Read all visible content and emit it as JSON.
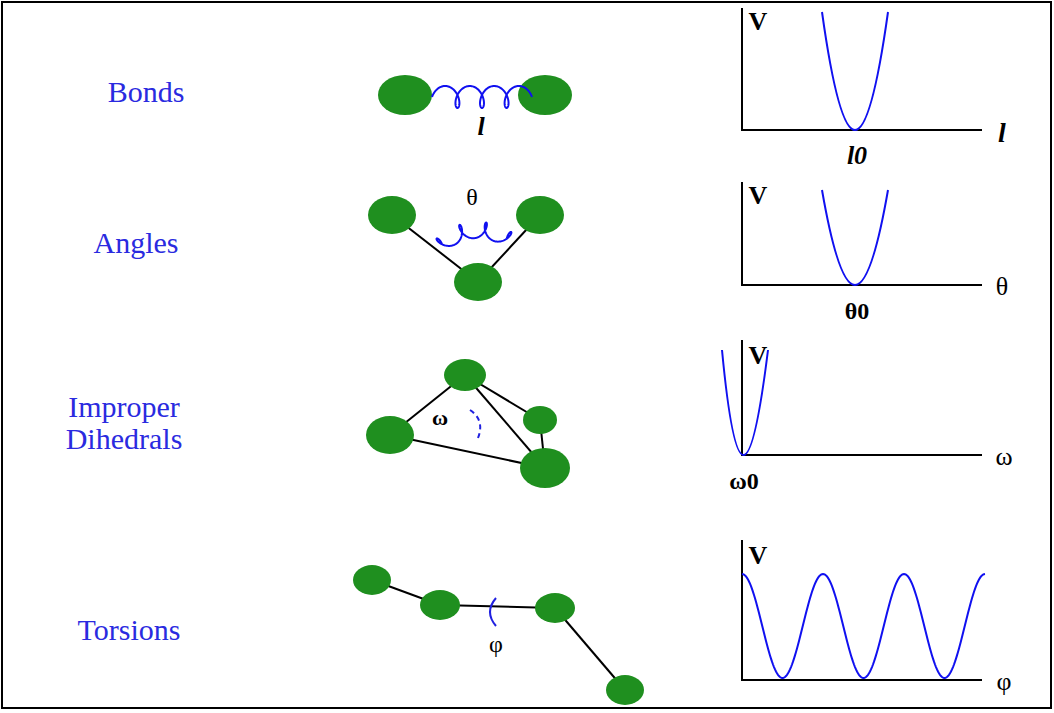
{
  "diagram": {
    "labels": [
      "Bonds",
      "l",
      "V",
      "l",
      "l0",
      "Angles",
      "θ",
      "V",
      "θ",
      "θ0",
      "Improper Dihedrals",
      "ω",
      "V",
      "ω",
      "ω0",
      "Torsions",
      "φ",
      "V",
      "φ"
    ]
  }
}
